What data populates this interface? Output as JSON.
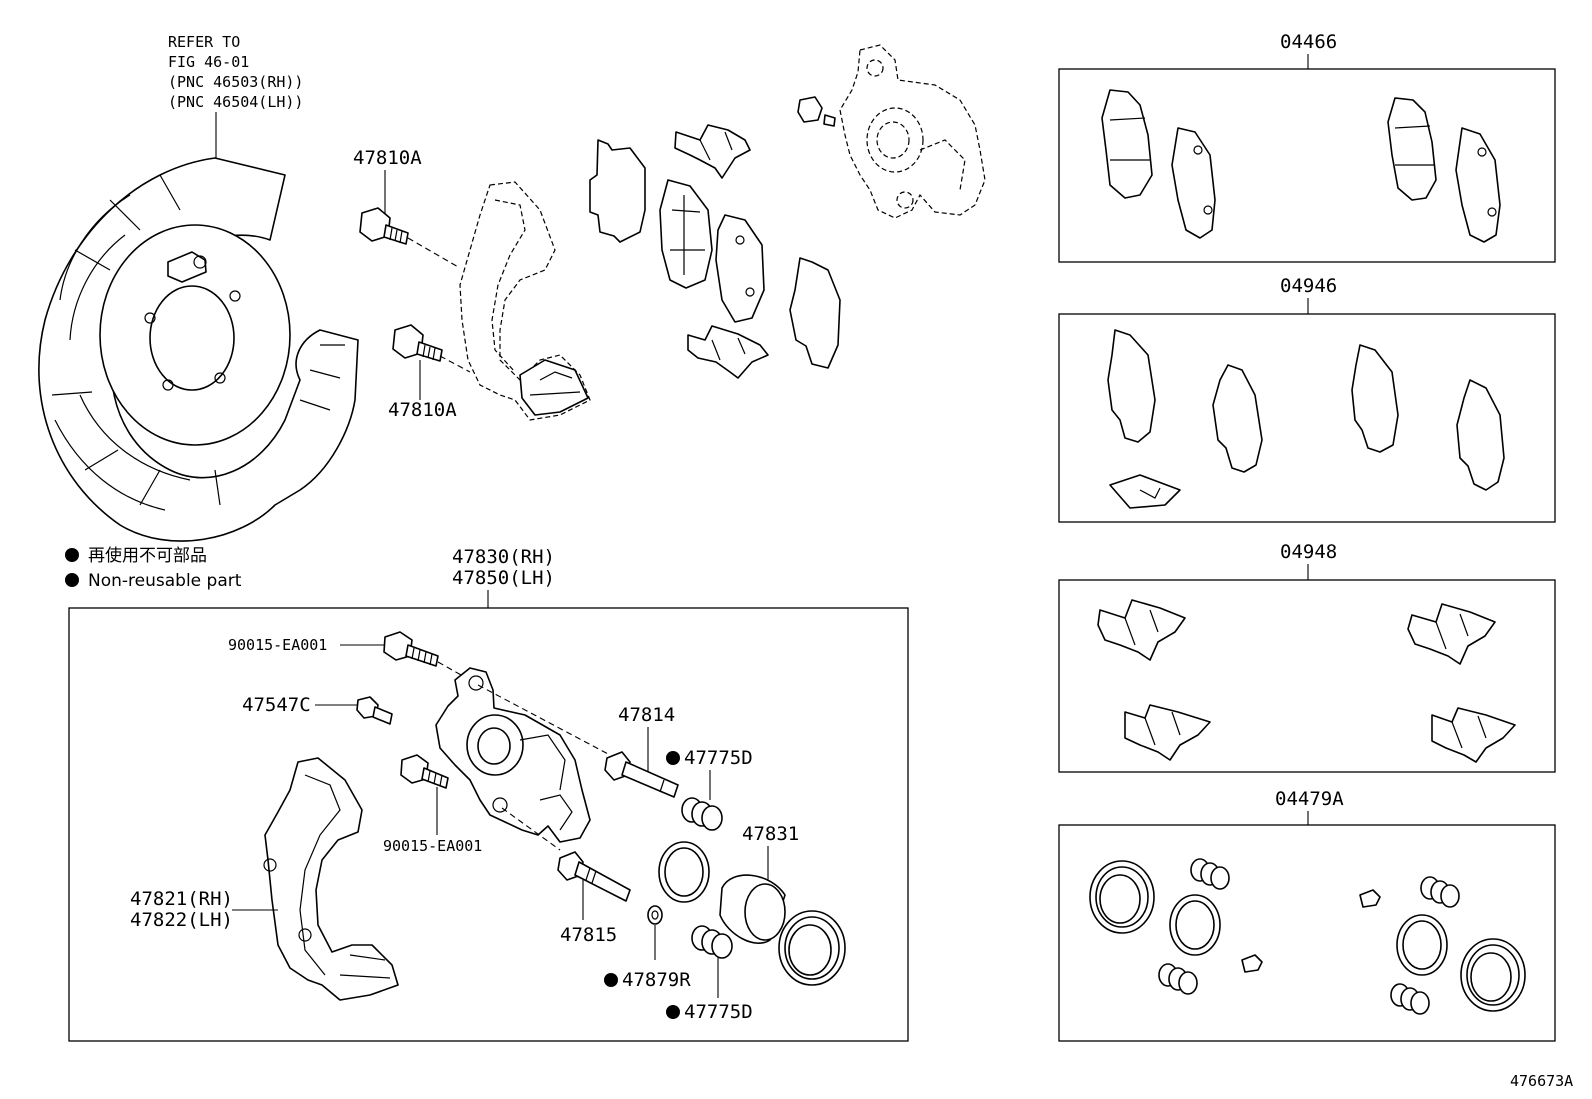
{
  "refer_note": [
    "REFER TO",
    "FIG 46-01",
    "(PNC 46503(RH))",
    "(PNC 46504(LH))"
  ],
  "legend": {
    "jp": "再使用不可部品",
    "en": "Non-reusable part"
  },
  "labels": {
    "bolt_upper": "47810A",
    "bolt_lower": "47810A",
    "assy_rh": "47830(RH)",
    "assy_lh": "47850(LH)",
    "bolt_90015_top": "90015-EA001",
    "bolt_90015_bottom": "90015-EA001",
    "bleeder": "47547C",
    "pin_upper": "47814",
    "boot_upper": "47775D",
    "piston": "47831",
    "mount_rh": "47821(RH)",
    "mount_lh": "47822(LH)",
    "pin_lower": "47815",
    "ring": "47879R",
    "boot_lower": "47775D",
    "kit_pads": "04466",
    "kit_shims": "04946",
    "kit_clips": "04948",
    "kit_seals": "04479A",
    "figure_code": "476673A"
  }
}
